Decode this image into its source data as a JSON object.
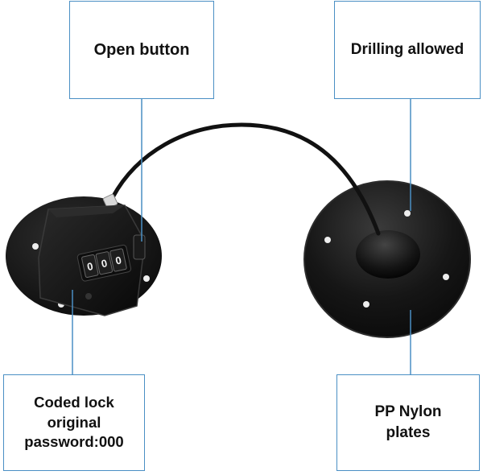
{
  "callouts": {
    "open_button": "Open button",
    "drilling_allowed": "Drilling allowed",
    "coded_lock": "Coded lock\noriginal\npassword:000",
    "pp_nylon": "PP  Nylon\nplates"
  },
  "colors": {
    "callout_border": "#4a8fc4",
    "leader_line": "#4a8fc4",
    "product_black": "#111111"
  },
  "dial_digits": [
    "0",
    "0",
    "0"
  ]
}
